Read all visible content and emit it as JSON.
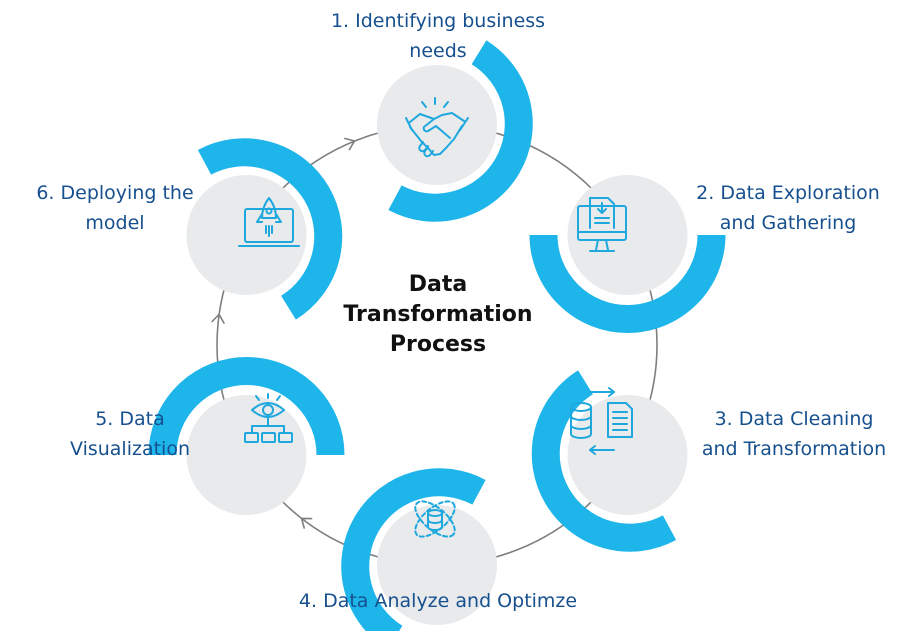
{
  "title": {
    "lines": [
      "Data",
      "Transformation",
      "Process"
    ]
  },
  "steps": [
    {
      "lines": [
        "1. Identifying business",
        "needs"
      ],
      "icon": "handshake-icon"
    },
    {
      "lines": [
        "2. Data Exploration",
        "and Gathering"
      ],
      "icon": "monitor-document-icon"
    },
    {
      "lines": [
        "3. Data Cleaning",
        "and Transformation"
      ],
      "icon": "database-document-exchange-icon"
    },
    {
      "lines": [
        "4. Data Analyze and Optimze"
      ],
      "icon": "database-orbit-icon"
    },
    {
      "lines": [
        "5. Data",
        "Visualization"
      ],
      "icon": "eye-flowchart-icon"
    },
    {
      "lines": [
        "6. Deploying the",
        "model"
      ],
      "icon": "laptop-rocket-icon"
    }
  ],
  "colors": {
    "accent": "#1db5ea",
    "label_text": "#17508e",
    "title_text": "#111111",
    "node_fill": "#e8eaec",
    "ring_line": "#7f7f7f",
    "icon_stroke": "#1ea8de"
  }
}
